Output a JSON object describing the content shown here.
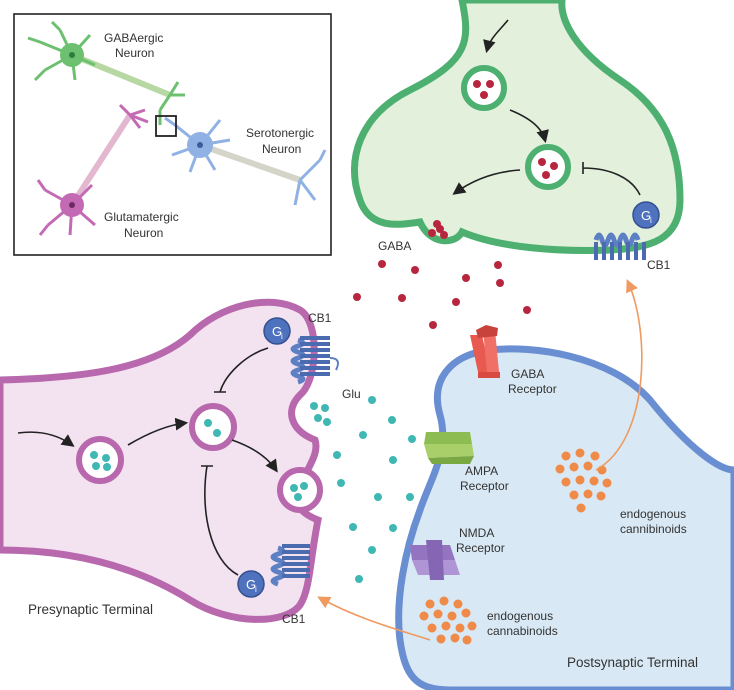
{
  "inset": {
    "gaba_neuron": [
      "GABAergic",
      "Neuron"
    ],
    "serotonin_neuron": [
      "Serotonergic",
      "Neuron"
    ],
    "glutamate_neuron": [
      "Glutamatergic",
      "Neuron"
    ]
  },
  "labels": {
    "gaba": "GABA",
    "glu": "Glu",
    "cb1_top": "CB1",
    "cb1_pre_top": "CB1",
    "cb1_pre_bottom": "CB1",
    "gi": "G",
    "gi_sub": "i",
    "gaba_receptor": [
      "GABA",
      "Receptor"
    ],
    "ampa_receptor": [
      "AMPA",
      "Receptor"
    ],
    "nmda_receptor": [
      "NMDA",
      "Receptor"
    ],
    "endo_right": [
      "endogenous",
      "cannibinoids"
    ],
    "endo_bottom": [
      "endogenous",
      "cannabinoids"
    ],
    "presynaptic": "Presynaptic Terminal",
    "postsynaptic": "Postsynaptic Terminal"
  },
  "colors": {
    "gaba_terminal_fill": "#e3f0dc",
    "gaba_terminal_stroke": "#4db070",
    "pre_terminal_fill": "#f3e2f0",
    "pre_terminal_stroke": "#b868ad",
    "post_terminal_fill": "#d8e8f4",
    "post_terminal_stroke": "#6a8ed2",
    "gaba_dot": "#b8253e",
    "glu_dot": "#3fb8b4",
    "endo_dot": "#ef8a48",
    "cb1": "#5d7fc4",
    "gi": "#4f72be"
  }
}
